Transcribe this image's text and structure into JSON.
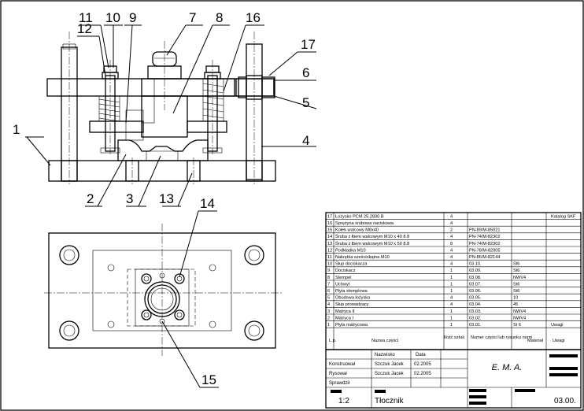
{
  "balloons": [
    {
      "num": "11"
    },
    {
      "num": "10"
    },
    {
      "num": "9"
    },
    {
      "num": "7"
    },
    {
      "num": "8"
    },
    {
      "num": "16"
    },
    {
      "num": "12"
    },
    {
      "num": "17"
    },
    {
      "num": "6"
    },
    {
      "num": "5"
    },
    {
      "num": "1"
    },
    {
      "num": "4"
    },
    {
      "num": "2"
    },
    {
      "num": "3"
    },
    {
      "num": "13"
    },
    {
      "num": "14"
    },
    {
      "num": "15"
    }
  ],
  "bom": {
    "catalog_header": "Katalog SKF",
    "rows": [
      {
        "lp": "17",
        "name": "Łożysko PCM 25.2830 B",
        "qty": "4",
        "code": "",
        "mat": "",
        "note": ""
      },
      {
        "lp": "16",
        "name": "Sprężyna śrubowa naciskowa",
        "qty": "4",
        "code": "",
        "mat": "",
        "note": ""
      },
      {
        "lp": "15",
        "name": "Kołek walcowy M8x40",
        "qty": "2",
        "code": "PN-89/M-85021",
        "mat": "",
        "note": ""
      },
      {
        "lp": "14",
        "name": "Śruba z łbem walcowym M10 x 40 8.8",
        "qty": "4",
        "code": "PN-74/M-82302",
        "mat": "",
        "note": ""
      },
      {
        "lp": "13",
        "name": "Śruba z łbem walcowym M10 x 50 8.8",
        "qty": "8",
        "code": "PN-74/M-82302",
        "mat": "",
        "note": ""
      },
      {
        "lp": "12",
        "name": "Podkładka M10",
        "qty": "4",
        "code": "PN-78/M-82005",
        "mat": "",
        "note": ""
      },
      {
        "lp": "11",
        "name": "Nakrętka sześciokątna M10",
        "qty": "4",
        "code": "PN-86/M-82144",
        "mat": "",
        "note": ""
      },
      {
        "lp": "10",
        "name": "Słup dociskacza",
        "qty": "4",
        "code": "03.10.",
        "mat": "St6",
        "note": ""
      },
      {
        "lp": "9",
        "name": "Dociskacz",
        "qty": "1",
        "code": "03.09.",
        "mat": "St6",
        "note": ""
      },
      {
        "lp": "8",
        "name": "Stempel",
        "qty": "1",
        "code": "03.08.",
        "mat": "NWV4",
        "note": ""
      },
      {
        "lp": "7",
        "name": "Uchwyt",
        "qty": "1",
        "code": "03.07.",
        "mat": "St6",
        "note": ""
      },
      {
        "lp": "6",
        "name": "Płyta stemplowa",
        "qty": "1",
        "code": "03.06.",
        "mat": "St6",
        "note": ""
      },
      {
        "lp": "5",
        "name": "Obudowa łożyska",
        "qty": "4",
        "code": "03.05.",
        "mat": "10",
        "note": ""
      },
      {
        "lp": "4",
        "name": "Słup prowadzący",
        "qty": "4",
        "code": "03.04.",
        "mat": "45",
        "note": ""
      },
      {
        "lp": "3",
        "name": "Matryca II",
        "qty": "1",
        "code": "03.03.",
        "mat": "NWV4",
        "note": ""
      },
      {
        "lp": "2",
        "name": "Matryca I",
        "qty": "1",
        "code": "03.02.",
        "mat": "NWV4",
        "note": ""
      },
      {
        "lp": "1",
        "name": "Płyta matrycowa",
        "qty": "1",
        "code": "03.01.",
        "mat": "St 6",
        "note": "Uwagi"
      }
    ],
    "header": {
      "lp": "L.p.",
      "name": "Nazwa części",
      "qty": "Ilość sztuk",
      "code": "Numer części lub rysunku norm",
      "mat": "Materiał",
      "note": "Uwagi"
    }
  },
  "title_block": {
    "name_col": "Nazwisko",
    "date_col": "Data",
    "designer_label": "Konstruował",
    "designer_name": "Szczuk Jacek",
    "designer_date": "02.2005",
    "drawer_label": "Rysował",
    "drawer_name": "Szczuk Jacek",
    "drawer_date": "02.2005",
    "checker_label": "Sprawdził",
    "company": "E. M. A.",
    "scale": "1:2",
    "title": "Tłocznik",
    "drawing_no": "03.00."
  }
}
